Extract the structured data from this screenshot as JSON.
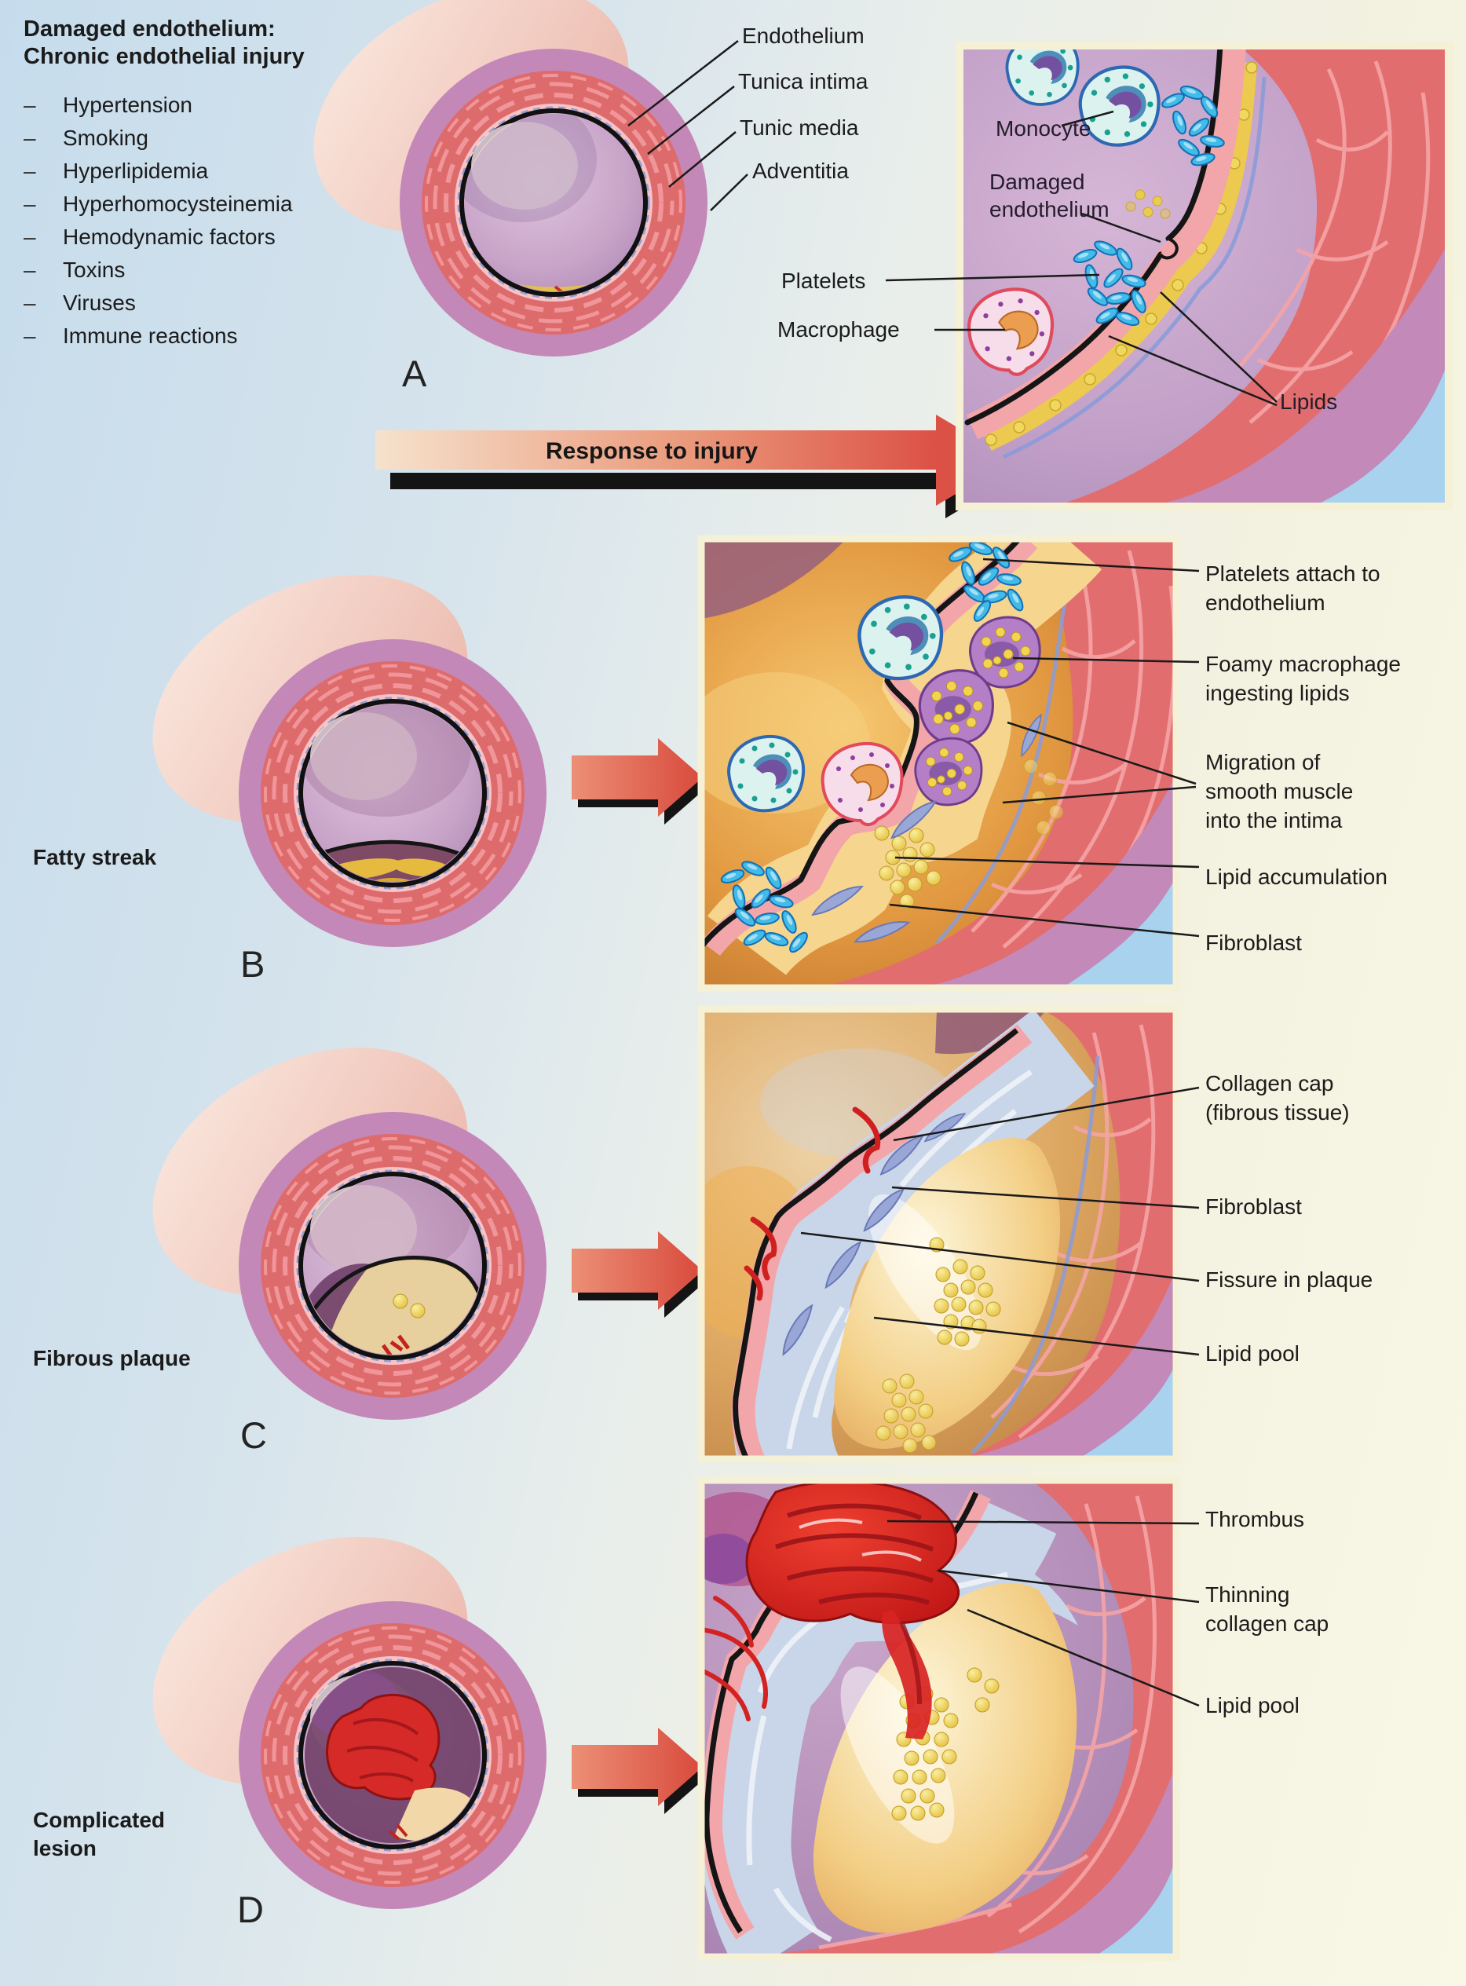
{
  "risk_panel": {
    "title_line1": "Damaged endothelium:",
    "title_line2": "Chronic endothelial injury",
    "bullet": "–",
    "items": [
      "Hypertension",
      "Smoking",
      "Hyperlipidemia",
      "Hyperhomocysteinemia",
      "Hemodynamic factors",
      "Toxins",
      "Viruses",
      "Immune reactions"
    ]
  },
  "artery_a": {
    "letter": "A",
    "labels": [
      "Endothelium",
      "Tunica intima",
      "Tunic media",
      "Adventitia"
    ]
  },
  "response_arrow": {
    "label": "Response to injury"
  },
  "injury_panel": {
    "monocyte_label": "Monocyte",
    "damaged_endothelium_label": "Damaged endothelium",
    "platelets_label": "Platelets",
    "macrophage_label": "Macrophage",
    "lipids_label": "Lipids"
  },
  "stage_b": {
    "letter": "B",
    "title": "Fatty streak",
    "labels": [
      "Platelets attach to endothelium",
      "Foamy macrophage ingesting lipids",
      "Migration of smooth muscle into the intima",
      "Lipid accumulation",
      "Fibroblast"
    ]
  },
  "stage_c": {
    "letter": "C",
    "title": "Fibrous plaque",
    "labels": [
      "Collagen cap (fibrous tissue)",
      "Fibroblast",
      "Fissure in plaque",
      "Lipid pool"
    ]
  },
  "stage_d": {
    "letter": "D",
    "title": "Complicated lesion",
    "labels": [
      "Thrombus",
      "Thinning collagen cap",
      "Lipid pool"
    ]
  },
  "colors": {
    "background_blue": "#c6dcec",
    "background_cream": "#f9f7e5",
    "panel_border": "#f5f1d6",
    "arrow_red": "#dd5145",
    "muscle_red": "#e26d6e",
    "adventitia_purple": "#c289b9",
    "lipid_yellow": "#ecc94f",
    "platelet_blue": "#41bbe8",
    "label_text": "#1b1b1b"
  }
}
